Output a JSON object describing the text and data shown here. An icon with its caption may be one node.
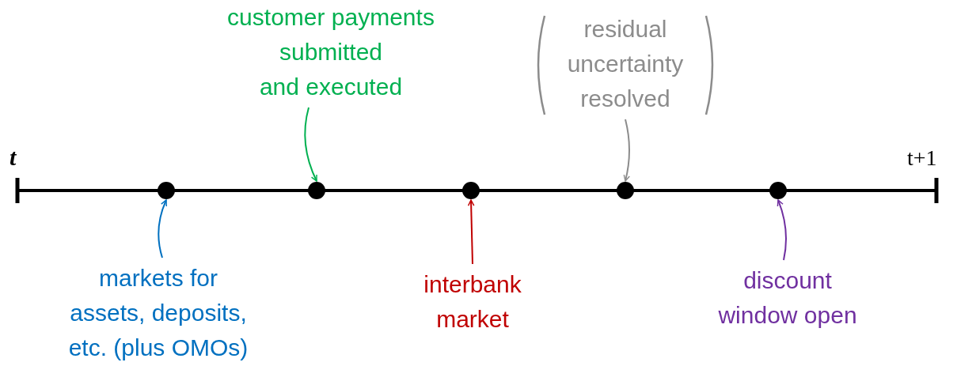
{
  "diagram": {
    "nodes": [
      {
        "text": [
          "customer payments submitted and executed"
        ]
      },
      {
        "text": [
          "residual uncertainty resolved"
        ]
      },
      {
        "text": [],
        "shape": "circle"
      },
      {
        "text": [],
        "shape": "circle"
      },
      {
        "text": [],
        "shape": "circle"
      },
      {
        "text": [],
        "shape": "circle"
      },
      {
        "text": [],
        "shape": "circle"
      },
      {
        "text": [
          "markets for assets, deposits, etc. (plus OMOs)"
        ]
      },
      {
        "text": [
          "interbank market"
        ]
      },
      {
        "text": [
          "discount window open"
        ]
      }
    ],
    "edges": [
      {
        "from": 0,
        "to": 3,
        "arrow": "to",
        "color": "#00b050"
      },
      {
        "from": 1,
        "to": 5,
        "arrow": "to",
        "color": "#8c8c8c"
      },
      {
        "from": 7,
        "to": 2,
        "arrow": "to",
        "color": "#0070c0"
      },
      {
        "from": 8,
        "to": 4,
        "arrow": "to",
        "color": "#c00000"
      },
      {
        "from": 9,
        "to": 6,
        "arrow": "to",
        "color": "#7030a0"
      }
    ],
    "labels": [
      "t",
      "t+1"
    ]
  }
}
